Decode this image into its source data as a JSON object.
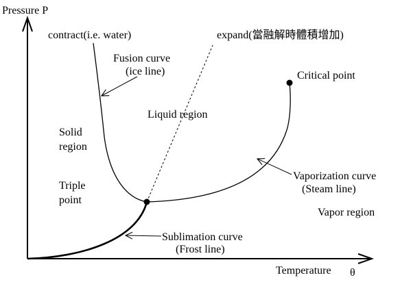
{
  "axes": {
    "y_label": "Pressure P",
    "x_label": "Temperature",
    "x_symbol": "θ"
  },
  "labels": {
    "contract": "contract(i.e. water)",
    "expand": "expand(當融解時體積增加)",
    "fusion_line1": "Fusion curve",
    "fusion_line2": "(ice line)",
    "critical": "Critical point",
    "liquid": "Liquid region",
    "solid_line1": "Solid",
    "solid_line2": "region",
    "triple_line1": "Triple",
    "triple_line2": "point",
    "vaporization_line1": "Vaporization curve",
    "vaporization_line2": "(Steam line)",
    "vapor_region": "Vapor region",
    "sublimation_line1": "Sublimation curve",
    "sublimation_line2": "(Frost line)"
  },
  "colors": {
    "ink": "#000000",
    "background": "#ffffff"
  }
}
